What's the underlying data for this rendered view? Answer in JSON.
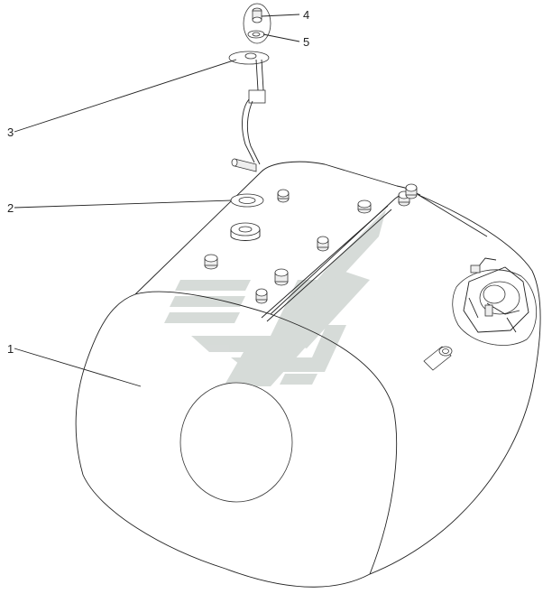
{
  "diagram": {
    "callouts": [
      {
        "id": "1",
        "label": "1"
      },
      {
        "id": "2",
        "label": "2"
      },
      {
        "id": "3",
        "label": "3"
      },
      {
        "id": "4",
        "label": "4"
      },
      {
        "id": "5",
        "label": "5"
      }
    ]
  },
  "colors": {
    "line": "#222222",
    "watermark": "#c9cfcc",
    "background": "#ffffff"
  },
  "icons": {
    "watermark": "manufacturer-logo-watermark"
  }
}
